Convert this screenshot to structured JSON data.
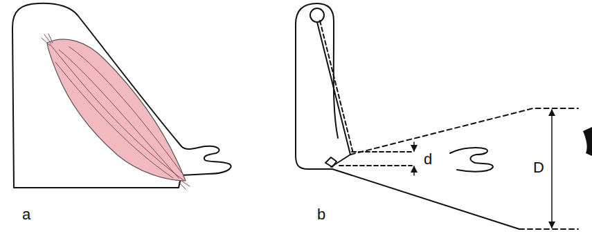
{
  "diagram": {
    "labels": [
      "a",
      "b",
      "d",
      "D"
    ]
  }
}
